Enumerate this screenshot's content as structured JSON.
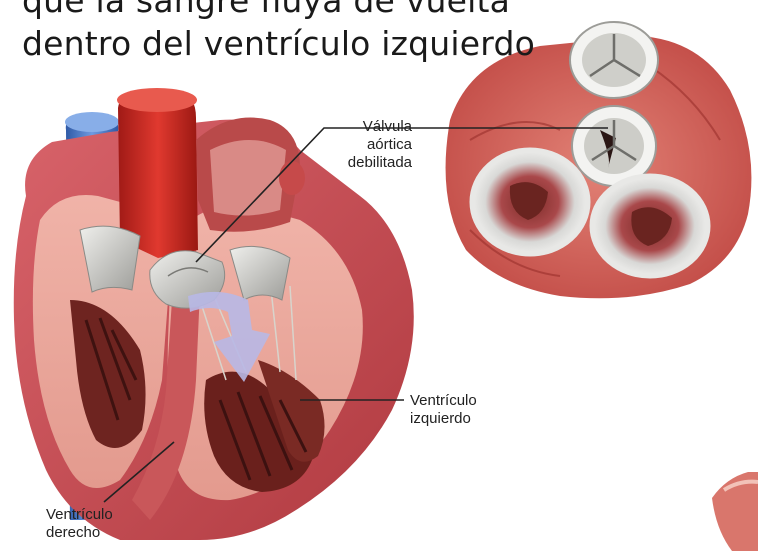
{
  "heading": {
    "line1": "que la sangre fluya de vuelta",
    "line2": "dentro del ventrículo izquierdo"
  },
  "labels": {
    "valve": [
      "Válvula",
      "aórtica",
      "debilitada"
    ],
    "left_ventricle": [
      "Ventrículo",
      "izquierdo"
    ],
    "right_ventricle": [
      "Ventrículo",
      "derecho"
    ]
  },
  "colors": {
    "background": "#ffffff",
    "muscle": "#c8484e",
    "chamber_wall": "#e9a49a",
    "aorta": "#cc2a22",
    "vein": "#4a78c4",
    "valve": "#c8c8c4",
    "flow_arrow": "#b8b8e6"
  }
}
